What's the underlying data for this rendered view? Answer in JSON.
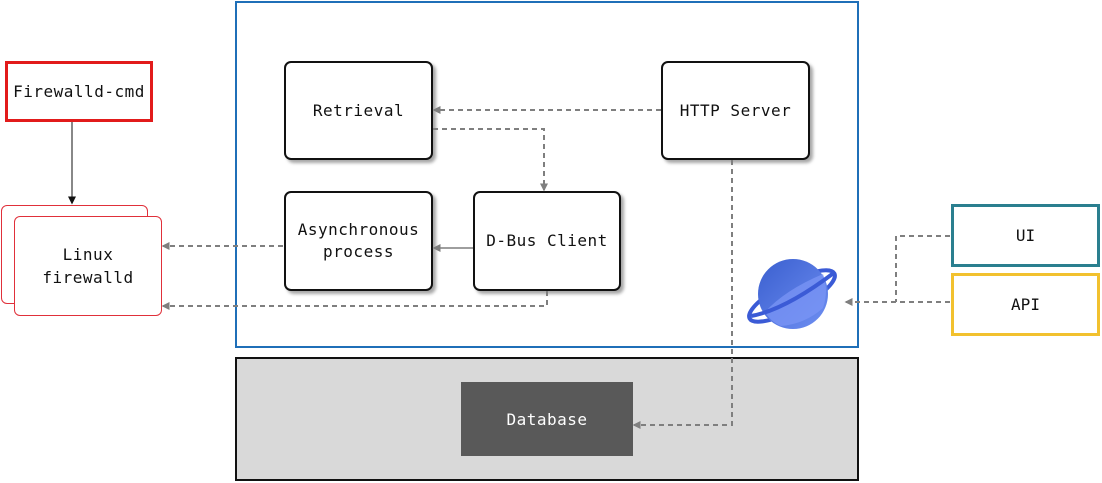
{
  "nodes": {
    "firewalld_cmd": "Firewalld-cmd",
    "linux_firewalld": "Linux\nfirewalld",
    "retrieval": "Retrieval",
    "http_server": "HTTP Server",
    "async_process": "Asynchronous\nprocess",
    "dbus_client": "D-Bus Client",
    "database": "Database",
    "ui": "UI",
    "api": "API"
  },
  "colors": {
    "app_border": "#1f6fb8",
    "firewalld_cmd_border": "#e21b1b",
    "linux_firewalld_border": "#e0303a",
    "ui_border": "#2a7f8f",
    "api_border": "#f2c12e",
    "db_panel_bg": "#d9d9d9",
    "db_box_bg": "#595959",
    "db_text": "#ffffff",
    "arrow_dashed": "#7f7f7f",
    "arrow_solid": "#111111"
  },
  "icons": {
    "logo": "saturn-planet-icon"
  }
}
